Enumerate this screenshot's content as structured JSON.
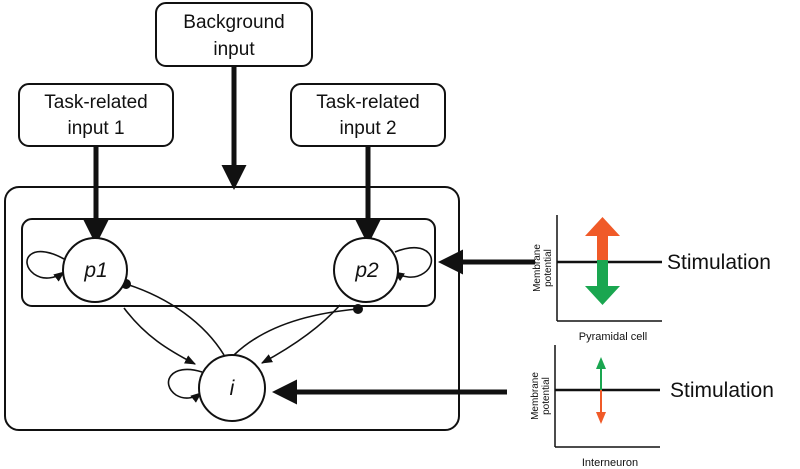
{
  "colors": {
    "line": "#111111",
    "excite": "#f05a28",
    "inhibit": "#1aa650"
  },
  "inputs": {
    "background": [
      "Background",
      "input"
    ],
    "task1": [
      "Task-related",
      "input 1"
    ],
    "task2": [
      "Task-related",
      "input 2"
    ]
  },
  "nodes": {
    "p1": "p1",
    "p2": "p2",
    "i": "i"
  },
  "stimulation": {
    "pyramidal": {
      "label": "Stimulation",
      "ylabel": [
        "Membrane",
        "potential"
      ],
      "caption": "Pyramidal cell",
      "up_arrow": "excite-icon",
      "down_arrow": "inhibit-icon"
    },
    "interneuron": {
      "label": "Stimulation",
      "ylabel": [
        "Membrane",
        "potential"
      ],
      "caption": "Interneuron",
      "up_arrow": "inhibit-icon",
      "down_arrow": "excite-icon"
    }
  }
}
